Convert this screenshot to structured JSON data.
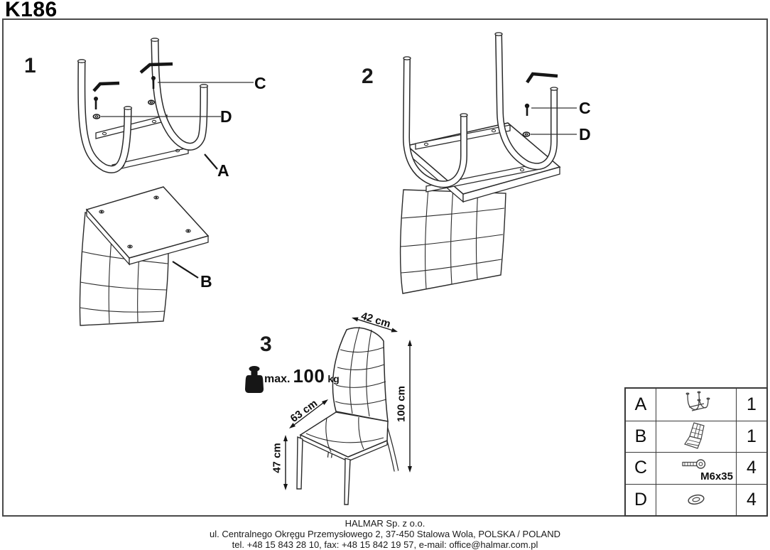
{
  "title": "K186",
  "figures": {
    "fig1": {
      "step": "1",
      "labels": {
        "c": "C",
        "d": "D",
        "a": "A"
      }
    },
    "figB": {
      "label": "B"
    },
    "fig2": {
      "step": "2",
      "labels": {
        "c": "C",
        "d": "D"
      }
    },
    "fig3": {
      "step": "3",
      "dimensions": {
        "width": "42 cm",
        "height": "100 cm",
        "depth": "63 cm",
        "seat_height": "47 cm"
      },
      "max_load": {
        "prefix": "max.",
        "value": "100",
        "unit": "kg"
      }
    }
  },
  "parts_table": {
    "rows": [
      {
        "part": "A",
        "icon": "chair-frame-icon",
        "qty": "1"
      },
      {
        "part": "B",
        "icon": "seat-back-icon",
        "qty": "1"
      },
      {
        "part": "C",
        "icon": "bolt-icon",
        "spec": "M6x35",
        "qty": "4"
      },
      {
        "part": "D",
        "icon": "washer-icon",
        "qty": "4"
      }
    ]
  },
  "footer": {
    "company": "HALMAR Sp. z o.o.",
    "address": "ul. Centralnego Okręgu Przemysłowego 2, 37-450 Stalowa Wola, POLSKA / POLAND",
    "contact": "tel. +48 15 843 28 10, fax: +48 15 842 19 57, e-mail: office@halmar.com.pl"
  }
}
